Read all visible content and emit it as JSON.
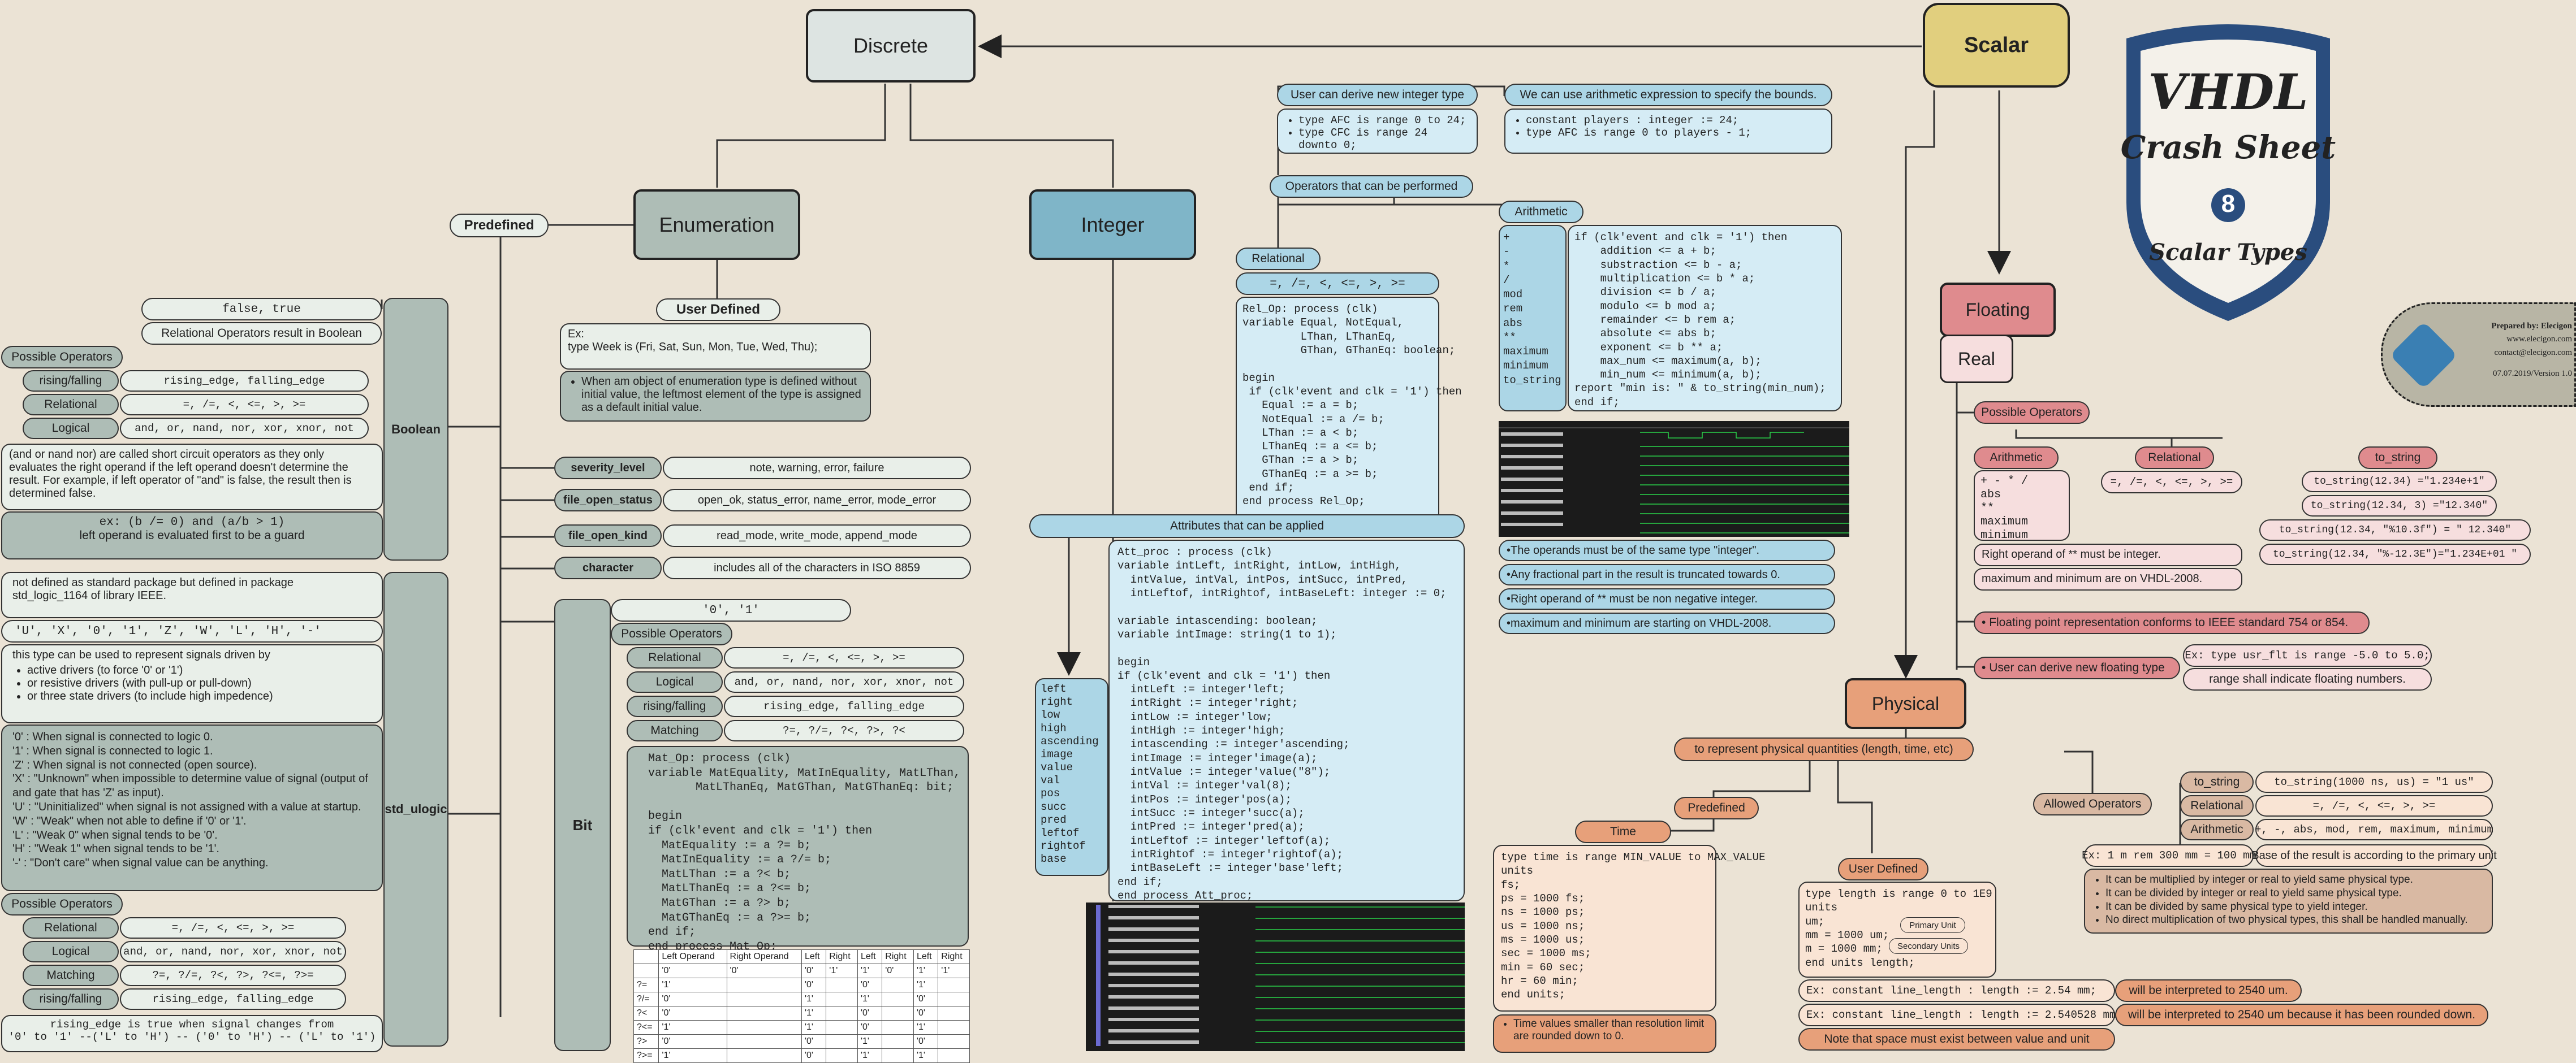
{
  "titles": {
    "discrete": "Discrete",
    "scalar": "Scalar",
    "enumeration": "Enumeration",
    "integer": "Integer",
    "floating": "Floating",
    "real": "Real",
    "physical": "Physical",
    "predefined": "Predefined",
    "user_defined": "User Defined",
    "boolean": "Boolean",
    "std_ulogic": "std_ulogic",
    "bit": "Bit"
  },
  "badge": {
    "line1": "VHDL",
    "line2": "Crash Sheet",
    "number": "8",
    "line3": "Scalar Types"
  },
  "prepared": {
    "title": "Prepared by: Elecigon",
    "site": "www.elecigon.com",
    "mail": "contact@elecigon.com",
    "version": "07.07.2019/Version 1.0"
  },
  "boolean": {
    "values": "false, true",
    "rel_note": "Relational Operators result in Boolean",
    "possible_ops": "Possible Operators",
    "ops": [
      {
        "name": "rising/falling",
        "val": "rising_edge, falling_edge"
      },
      {
        "name": "Relational",
        "val": "=, /=, <, <=, >, >="
      },
      {
        "name": "Logical",
        "val": "and, or, nand, nor, xor, xnor, not"
      }
    ],
    "short_circuit": "(and or nand nor) are called short circuit operators as they only evaluates the right operand if the left operand doesn't determine the result. For example, if left operator of \"and\" is false, the result then is determined false.",
    "guard_ex": "ex: (b /= 0) and (a/b > 1)",
    "guard_note": "left operand is evaluated first to be a guard"
  },
  "enum": {
    "example_label": "Ex:",
    "example": "type Week is (Fri, Sat, Sun, Mon, Tue, Wed, Thu);",
    "note": "When am object of enumeration type is defined without initial value, the leftmost element of the type is assigned as a default initial value.",
    "predefined": [
      {
        "name": "severity_level",
        "val": "note, warning, error, failure"
      },
      {
        "name": "file_open_status",
        "val": "open_ok, status_error, name_error, mode_error"
      },
      {
        "name": "file_open_kind",
        "val": "read_mode, write_mode, append_mode"
      },
      {
        "name": "character",
        "val": "includes all of the characters in ISO 8859"
      }
    ]
  },
  "ulogic": {
    "pkg_note": "not defined as standard package but defined in package std_logic_1164 of library IEEE.",
    "values": "'U', 'X', '0', '1', 'Z', 'W', 'L', 'H', '-'",
    "drivers_intro": "this type can be used to represent signals driven by",
    "drivers": [
      "active drivers (to force '0' or '1')",
      "or resistive drivers (with pull-up or pull-down)",
      "or three state drivers (to include high impedence)"
    ],
    "meanings": [
      "'0' : When signal is connected to logic 0.",
      "'1' : When signal is connected to logic 1.",
      "'Z' : When signal is not connected (open source).",
      "'X' : \"Unknown\" when impossible to determine value of signal (output of and gate that has 'Z' as input).",
      "'U' : \"Uninitialized\" when signal is not assigned with a value at startup.",
      "'W' : \"Weak\" when not able to define if '0' or '1'.",
      "'L' : \"Weak 0\" when signal tends to be '0'.",
      "'H' : \"Weak 1\" when signal tends to be '1'.",
      "'-' : \"Don't care\" when signal value can be anything."
    ],
    "possible_ops": "Possible Operators",
    "ops": [
      {
        "name": "Relational",
        "val": "=, /=, <, <=, >, >="
      },
      {
        "name": "Logical",
        "val": "and, or, nand, nor, xor, xnor, not"
      },
      {
        "name": "Matching",
        "val": "?=, ?/=, ?<, ?>, ?<=, ?>="
      },
      {
        "name": "rising/falling",
        "val": "rising_edge, falling_edge"
      }
    ],
    "edge_note": "rising_edge is true when signal changes from",
    "edge_vals": "'0' to '1' --('L' to 'H') -- ('0' to 'H') -- ('L' to '1')"
  },
  "bit": {
    "values": "'0', '1'",
    "possible_ops": "Possible Operators",
    "ops": [
      {
        "name": "Relational",
        "val": "=, /=, <, <=, >, >="
      },
      {
        "name": "Logical",
        "val": "and, or, nand, nor, xor, xnor, not"
      },
      {
        "name": "rising/falling",
        "val": "rising_edge, falling_edge"
      },
      {
        "name": "Matching",
        "val": "?=, ?/=, ?<, ?>, ?<"
      }
    ],
    "code": "  Mat_Op: process (clk)\n  variable MatEquality, MatInEquality, MatLThan,\n         MatLThanEq, MatGThan, MatGThanEq: bit;\n\n  begin\n  if (clk'event and clk = '1') then\n    MatEquality := a ?= b;\n    MatInEquality := a ?/= b;\n    MatLThan := a ?< b;\n    MatLThanEq := a ?<= b;\n    MatGThan := a ?> b;\n    MatGThanEq := a ?>= b;\n  end if;\n  end process Mat_Op;",
    "table_header": [
      "",
      "Left Operand",
      "Right Operand",
      "Left",
      "Right",
      "Left",
      "Right",
      "Left",
      "Right"
    ],
    "table_rows": [
      [
        "",
        "'0'",
        "'0'",
        "'0'",
        "'1'",
        "'1'",
        "'0'",
        "'1'",
        "'1'"
      ],
      [
        "?=",
        "'1'",
        "",
        "'0'",
        "",
        "'0'",
        "",
        "'1'",
        ""
      ],
      [
        "?/=",
        "'0'",
        "",
        "'1'",
        "",
        "'1'",
        "",
        "'0'",
        ""
      ],
      [
        "?<",
        "'0'",
        "",
        "'1'",
        "",
        "'0'",
        "",
        "'0'",
        ""
      ],
      [
        "?<=",
        "'1'",
        "",
        "'1'",
        "",
        "'0'",
        "",
        "'1'",
        ""
      ],
      [
        "?>",
        "'0'",
        "",
        "'0'",
        "",
        "'1'",
        "",
        "'0'",
        ""
      ],
      [
        "?>=",
        "'1'",
        "",
        "'0'",
        "",
        "'1'",
        "",
        "'1'",
        ""
      ]
    ]
  },
  "integer": {
    "user_new": "User can derive new integer type",
    "user_new_code": [
      "type AFC is range 0 to 24;",
      "type CFC is range 24 downto 0;"
    ],
    "bounds": "We can use arithmetic expression to specify the bounds.",
    "bounds_code": [
      "constant players : integer := 24;",
      "type AFC is range 0 to players - 1;"
    ],
    "ops_title": "Operators that can be performed",
    "relational": "Relational",
    "rel_ops": "=, /=, <, <=,  >, >=",
    "rel_code": "Rel_Op: process (clk)\nvariable Equal, NotEqual,\n         LThan, LThanEq,\n         GThan, GThanEq: boolean;\n\nbegin\n if (clk'event and clk = '1') then\n   Equal := a = b;\n   NotEqual := a /= b;\n   LThan := a < b;\n   LThanEq := a <= b;\n   GThan := a > b;\n   GThanEq := a >= b;\n end if;\nend process Rel_Op;",
    "arithmetic": "Arithmetic",
    "arith_ops": [
      "+",
      "-",
      "*",
      "/",
      "mod",
      "rem",
      "abs",
      "**",
      "maximum",
      "minimum",
      "to_string"
    ],
    "arith_code": "if (clk'event and clk = '1') then\n    addition <= a + b;\n    substraction <= b - a;\n    multiplication <= b * a;\n    division <= b / a;\n    modulo <= b mod a;\n    remainder <= b rem a;\n    absolute <= abs b;\n    exponent <= b ** a;\n    max_num <= maximum(a, b);\n    min_num <= minimum(a, b);\nreport \"min is: \" & to_string(min_num);\nend if;",
    "notes": [
      "The operands must be of the same type \"integer\".",
      "Any fractional part in the result is truncated towards 0.",
      "Right operand of ** must be non negative integer.",
      "maximum and minimum are starting on VHDL-2008."
    ],
    "attr_title": "Attributes that can be applied",
    "attr_list": [
      "left",
      "right",
      "low",
      "high",
      "ascending",
      "image",
      "value",
      "val",
      "pos",
      "succ",
      "pred",
      "leftof",
      "rightof",
      "base"
    ],
    "attr_code": "Att_proc : process (clk)\nvariable intLeft, intRight, intLow, intHigh,\n  intValue, intVal, intPos, intSucc, intPred,\n  intLeftof, intRightof, intBaseLeft: integer := 0;\n\nvariable intascending: boolean;\nvariable intImage: string(1 to 1);\n\nbegin\nif (clk'event and clk = '1') then\n  intLeft := integer'left;\n  intRight := integer'right;\n  intLow := integer'low;\n  intHigh := integer'high;\n  intascending := integer'ascending;\n  intImage := integer'image(a);\n  intValue := integer'value(\"8\");\n  intVal := integer'val(8);\n  intPos := integer'pos(a);\n  intSucc := integer'succ(a);\n  intPred := integer'pred(a);\n  intLeftof := integer'leftof(a);\n  intRightof := integer'rightof(a);\n  intBaseLeft := integer'base'left;\nend if;\nend process Att_proc;"
  },
  "real": {
    "possible_ops": "Possible Operators",
    "arithmetic": "Arithmetic",
    "relational": "Relational",
    "to_string": "to_string",
    "arith_ops": [
      "+  -  *  /",
      "abs",
      "**",
      "maximum",
      "minimum"
    ],
    "rel_ops": "=, /=, <, <=, >, >=",
    "to_string_ex": [
      "to_string(12.34) =\"1.234e+1\"",
      "to_string(12.34, 3) =\"12.340\"",
      "to_string(12.34, \"%10.3f\") = \"    12.340\"",
      "to_string(12.34, \"%-12.3E\")=\"1.234E+01  \""
    ],
    "note1": "Right operand of ** must be integer.",
    "note2": "maximum and minimum are on VHDL-2008.",
    "ieee": "Floating point representation conforms to IEEE standard 754 or 854.",
    "user_new": "User can derive new floating type",
    "user_code": "Ex: type usr_flt is range -5.0 to 5.0;",
    "range_note": "range shall indicate floating numbers."
  },
  "physical": {
    "purpose": "to represent physical quantities (length, time, etc)",
    "predefined": "Predefined",
    "time": "Time",
    "user_defined": "User Defined",
    "time_code": "type time is range MIN_VALUE to MAX_VALUE\nunits\nfs;\nps = 1000 fs;\nns = 1000 ps;\nus = 1000 ns;\nms = 1000 us;\nsec = 1000 ms;\nmin = 60 sec;\nhr = 60 min;\nend units;",
    "time_note": "Time values smaller than resolution limit are rounded down to 0.",
    "user_code": "type length is range 0 to 1E9\nunits\num;\nmm = 1000 um;\nm = 1000 mm;\nend units length;",
    "primary_unit": "Primary Unit",
    "secondary_units": "Secondary Units",
    "ex1": "Ex: constant line_length : length := 2.54 mm;",
    "ex1_result": "will be interpreted to 2540 um.",
    "ex2": "Ex: constant line_length : length := 2.540528 mm;",
    "ex2_result": "will be interpreted to 2540 um because it has been rounded down.",
    "space_note": "Note that space must exist between value and unit",
    "allowed_ops": "Allowed Operators",
    "ops": [
      {
        "name": "to_string",
        "val": "to_string(1000 ns, us) = \"1 us\""
      },
      {
        "name": "Relational",
        "val": "=, /=, <, <=, >, >="
      },
      {
        "name": "Arithmetic",
        "val": "+, -, abs, mod, rem, maximum, minimum"
      }
    ],
    "units_ex": "Ex: 1 m rem 300 mm = 100 mm",
    "units_note": "Base of the result is according to the primary unit",
    "rules": [
      "It can be multiplied by integer or real to yield same physical type.",
      "It can be divided by integer or real to yield same physical type.",
      "It can be divided by same physical type to yield integer.",
      "No direct multiplication of two physical types, this shall be handled manually."
    ]
  },
  "colors": {
    "bg": "#ebe3d5",
    "green": "#aebdb6",
    "blue": "#7fb5c8",
    "red": "#df8b8e",
    "orange": "#e7a07a",
    "scalar": "#e1cf7e",
    "badge": "#2a4d7e"
  }
}
